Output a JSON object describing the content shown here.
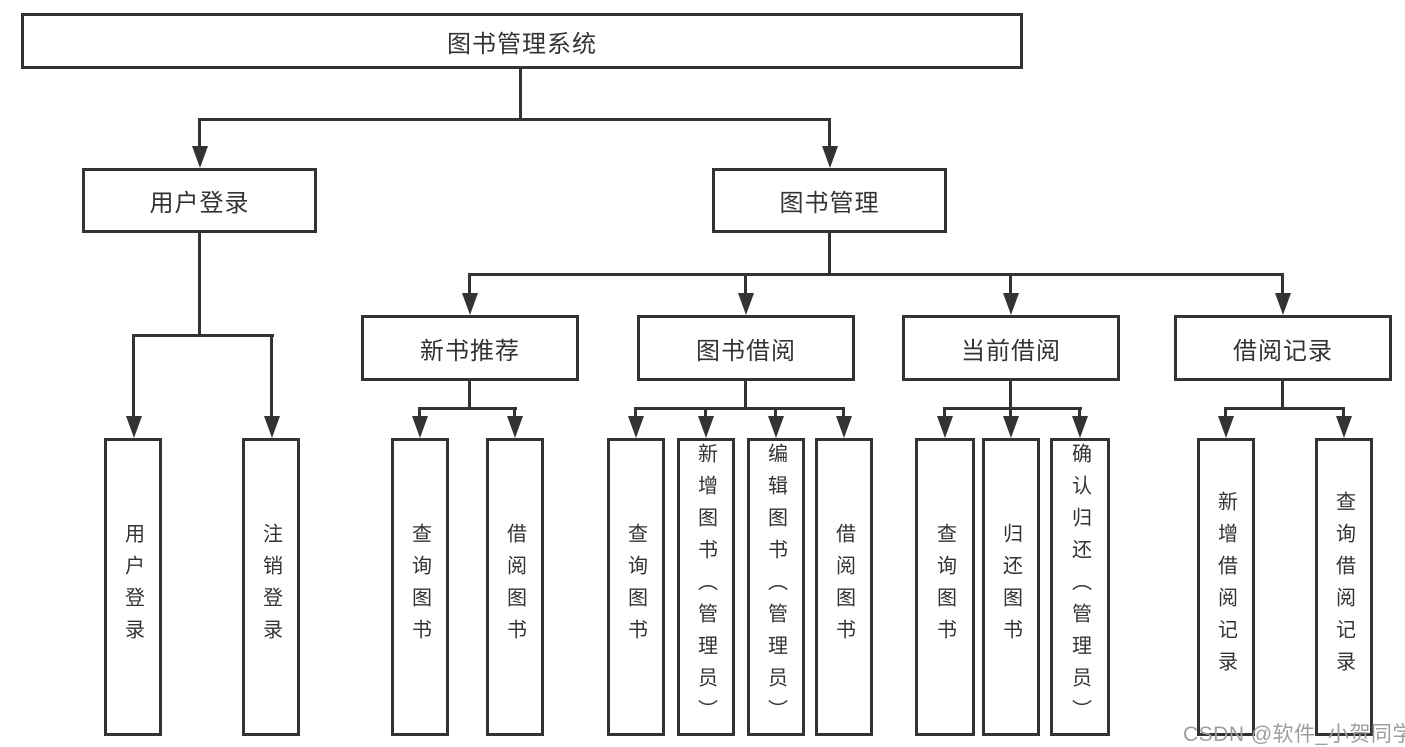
{
  "diagram": {
    "title": "图书管理系统",
    "level2": {
      "user_login": "用户登录",
      "book_mgmt": "图书管理"
    },
    "level3": {
      "new_books": "新书推荐",
      "book_borrow": "图书借阅",
      "current_borrow": "当前借阅",
      "borrow_records": "借阅记录"
    },
    "leaves": {
      "user_login_1": "用户登录",
      "user_login_2": "注销登录",
      "new_books_1": "查询图书",
      "new_books_2": "借阅图书",
      "book_borrow_1": "查询图书",
      "book_borrow_2": "新增图书（管理员）",
      "book_borrow_3": "编辑图书（管理员）",
      "book_borrow_4": "借阅图书",
      "current_borrow_1": "查询图书",
      "current_borrow_2": "归还图书",
      "current_borrow_3": "确认归还（管理员）",
      "borrow_records_1": "新增借阅记录",
      "borrow_records_2": "查询借阅记录"
    },
    "watermark": "CSDN @软件_小贺同学",
    "colors": {
      "line": "#333333",
      "text": "#333333",
      "watermark": "#9e9e9e",
      "background": "#ffffff"
    }
  }
}
